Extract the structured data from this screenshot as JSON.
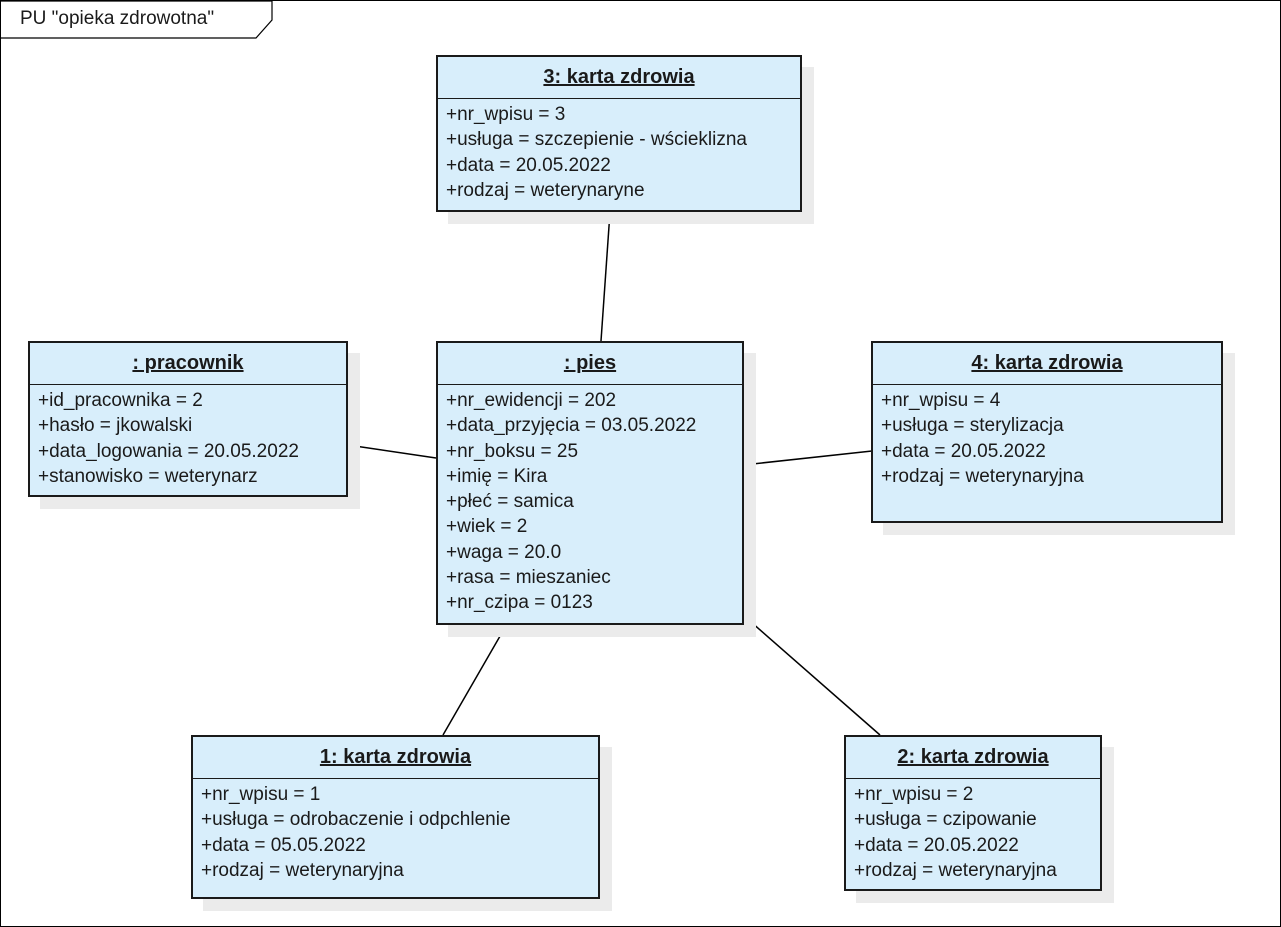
{
  "frame": {
    "title": "PU \"opieka zdrowotna\""
  },
  "objects": [
    {
      "id": "karta3",
      "name": "3: karta zdrowia",
      "attributes": [
        "+nr_wpisu = 3",
        "+usługa = szczepienie - wścieklizna",
        "+data = 20.05.2022",
        "+rodzaj = weterynaryne"
      ]
    },
    {
      "id": "pracownik",
      "name": ": pracownik",
      "attributes": [
        "+id_pracownika = 2",
        "+hasło = jkowalski",
        "+data_logowania = 20.05.2022",
        "+stanowisko = weterynarz"
      ]
    },
    {
      "id": "pies",
      "name": ": pies",
      "attributes": [
        "+nr_ewidencji = 202",
        "+data_przyjęcia = 03.05.2022",
        "+nr_boksu = 25",
        "+imię = Kira",
        "+płeć = samica",
        "+wiek = 2",
        "+waga = 20.0",
        "+rasa = mieszaniec",
        "+nr_czipa = 0123"
      ]
    },
    {
      "id": "karta4",
      "name": "4: karta zdrowia",
      "attributes": [
        "+nr_wpisu = 4",
        "+usługa = sterylizacja",
        "+data = 20.05.2022",
        "+rodzaj = weterynaryjna"
      ]
    },
    {
      "id": "karta1",
      "name": "1: karta zdrowia",
      "attributes": [
        "+nr_wpisu = 1",
        "+usługa = odrobaczenie i odpchlenie",
        "+data = 05.05.2022",
        "+rodzaj = weterynaryjna"
      ]
    },
    {
      "id": "karta2",
      "name": "2: karta zdrowia",
      "attributes": [
        "+nr_wpisu = 2",
        "+usługa = czipowanie",
        "+data = 20.05.2022",
        "+rodzaj = weterynaryjna"
      ]
    }
  ],
  "links": [
    {
      "from": "karta3",
      "to": "pies"
    },
    {
      "from": "pracownik",
      "to": "pies"
    },
    {
      "from": "pies",
      "to": "karta4"
    },
    {
      "from": "pies",
      "to": "karta1"
    },
    {
      "from": "pies",
      "to": "karta2"
    }
  ]
}
